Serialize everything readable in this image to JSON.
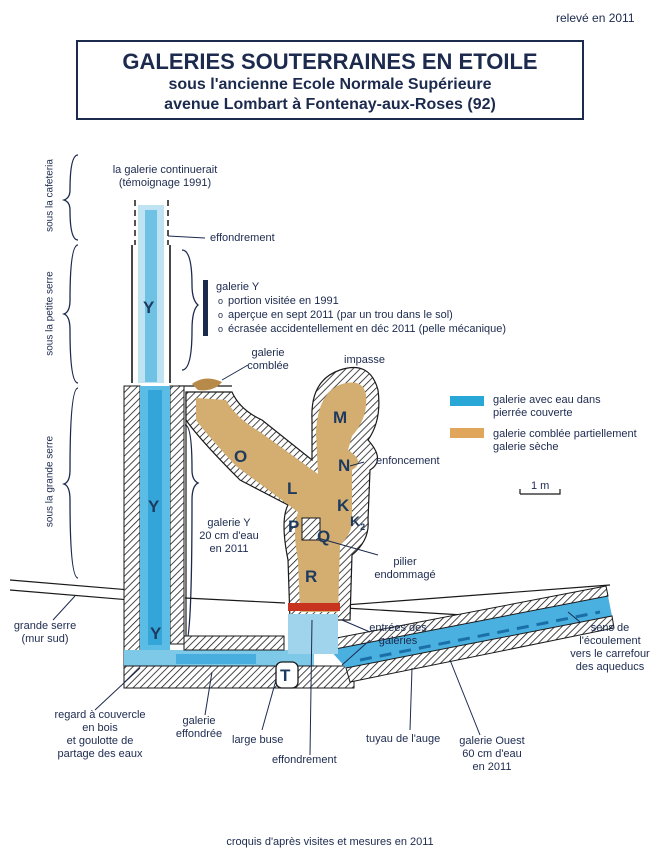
{
  "header": {
    "date_note": "relevé en 2011",
    "title": "GALERIES SOUTERRAINES EN ETOILE",
    "subtitle1": "sous l'ancienne Ecole Normale Supérieure",
    "subtitle2": "avenue Lombart à Fontenay-aux-Roses (92)"
  },
  "side_labels": {
    "cafeteria": "sous la cafeteria",
    "petite_serre": "sous la petite serre",
    "grande_serre": "sous la grande serre"
  },
  "annotations": {
    "continuerait": "la galerie continuerait",
    "temoignage": "(témoignage 1991)",
    "effondrement_top": "effondrement",
    "galerie_comblee_1": "galerie",
    "galerie_comblee_2": "comblée",
    "impasse": "impasse",
    "enfoncement": "enfoncement",
    "pilier_1": "pilier",
    "pilier_2": "endommagé",
    "galerie_y_1": "galerie Y",
    "galerie_y_2": "20 cm d'eau",
    "galerie_y_3": "en 2011",
    "grande_serre_1": "grande serre",
    "grande_serre_2": "(mur sud)",
    "entrees_1": "entrées des",
    "entrees_2": "galeries",
    "sens_1": "sens de",
    "sens_2": "l'écoulement",
    "sens_3": "vers le carrefour",
    "sens_4": "des aqueducs",
    "regard_1": "regard à couvercle",
    "regard_2": "en bois",
    "regard_3": "et goulotte de",
    "regard_4": "partage des eaux",
    "effondree_1": "galerie",
    "effondree_2": "effondrée",
    "large_buse": "large buse",
    "effondrement_bottom": "effondrement",
    "tuyau": "tuyau de l'auge",
    "ouest_1": "galerie Ouest",
    "ouest_2": "60 cm d'eau",
    "ouest_3": "en 2011",
    "scale": "1 m",
    "footer": "croquis d'après visites et mesures en 2011"
  },
  "galerie_y_note": {
    "heading": "galerie Y",
    "items": [
      "portion visitée en 1991",
      "aperçue en sept 2011 (par un trou dans le sol)",
      "écrasée accidentellement en déc 2011 (pelle mécanique)"
    ]
  },
  "legend": {
    "water_1": "galerie avec eau dans",
    "water_2": "pierrée couverte",
    "dry_1": "galerie comblée partiellement",
    "dry_2": "galerie sèche",
    "water_color": "#29a8d8",
    "dry_color": "#e0a65c"
  },
  "letters": {
    "y1": "Y",
    "y2": "Y",
    "y3": "Y",
    "o": "O",
    "l": "L",
    "m": "M",
    "n": "N",
    "k": "K",
    "k2": "K",
    "k2_sub": "2",
    "p": "P",
    "q": "Q",
    "r": "R",
    "t": "T"
  }
}
